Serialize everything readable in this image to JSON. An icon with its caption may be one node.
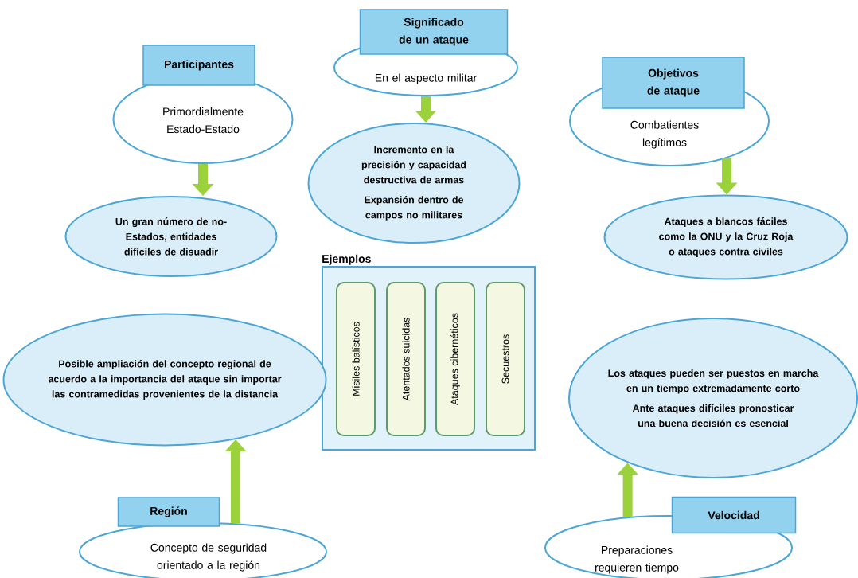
{
  "diagram": {
    "nodes": [
      {
        "text": [
          "Participantes",
          "Primordialmente Estado-Estado"
        ]
      },
      {
        "text": [
          "Un gran número de no- Estados, entidades difíciles de disuadir"
        ]
      },
      {
        "text": [
          "Significado de un ataque",
          "En el aspecto militar"
        ]
      },
      {
        "text": [
          "Incremento en la precisión y capacidad destructiva de armas",
          "Expansión dentro de campos no militares"
        ]
      },
      {
        "text": [
          "Objetivos de ataque",
          "Combatientes legítimos"
        ]
      },
      {
        "text": [
          "Ataques a blancos fáciles como la ONU y la Cruz Roja o ataques contra civiles"
        ]
      },
      {
        "text": [
          "Ejemplos"
        ]
      },
      {
        "text": [
          "Misiles balísticos"
        ],
        "in": 6
      },
      {
        "text": [
          "Atentados suicidas"
        ],
        "in": 6
      },
      {
        "text": [
          "Ataques  cibernéticos"
        ],
        "in": 6
      },
      {
        "text": [
          "Secuestros"
        ],
        "in": 6
      },
      {
        "text": [
          "Posible ampliación del concepto regional de acuerdo a la importancia del ataque sin importar las contramedidas provenientes de la distancia"
        ]
      },
      {
        "text": [
          "Región",
          "Concepto de seguridad orientado a la región"
        ]
      },
      {
        "text": [
          "Los ataques pueden ser puestos en marcha en un tiempo extremadamente corto",
          "Ante ataques difíciles pronosticar una buena decisión es esencial"
        ]
      },
      {
        "text": [
          "Velocidad",
          "Preparaciones requieren tiempo"
        ]
      }
    ],
    "edges": [
      {
        "from": 0,
        "to": 1,
        "arrow": "to"
      },
      {
        "from": 2,
        "to": 3,
        "arrow": "to"
      },
      {
        "from": 4,
        "to": 5,
        "arrow": "to"
      },
      {
        "from": 12,
        "to": 11,
        "arrow": "to"
      },
      {
        "from": 14,
        "to": 13,
        "arrow": "to"
      }
    ]
  }
}
